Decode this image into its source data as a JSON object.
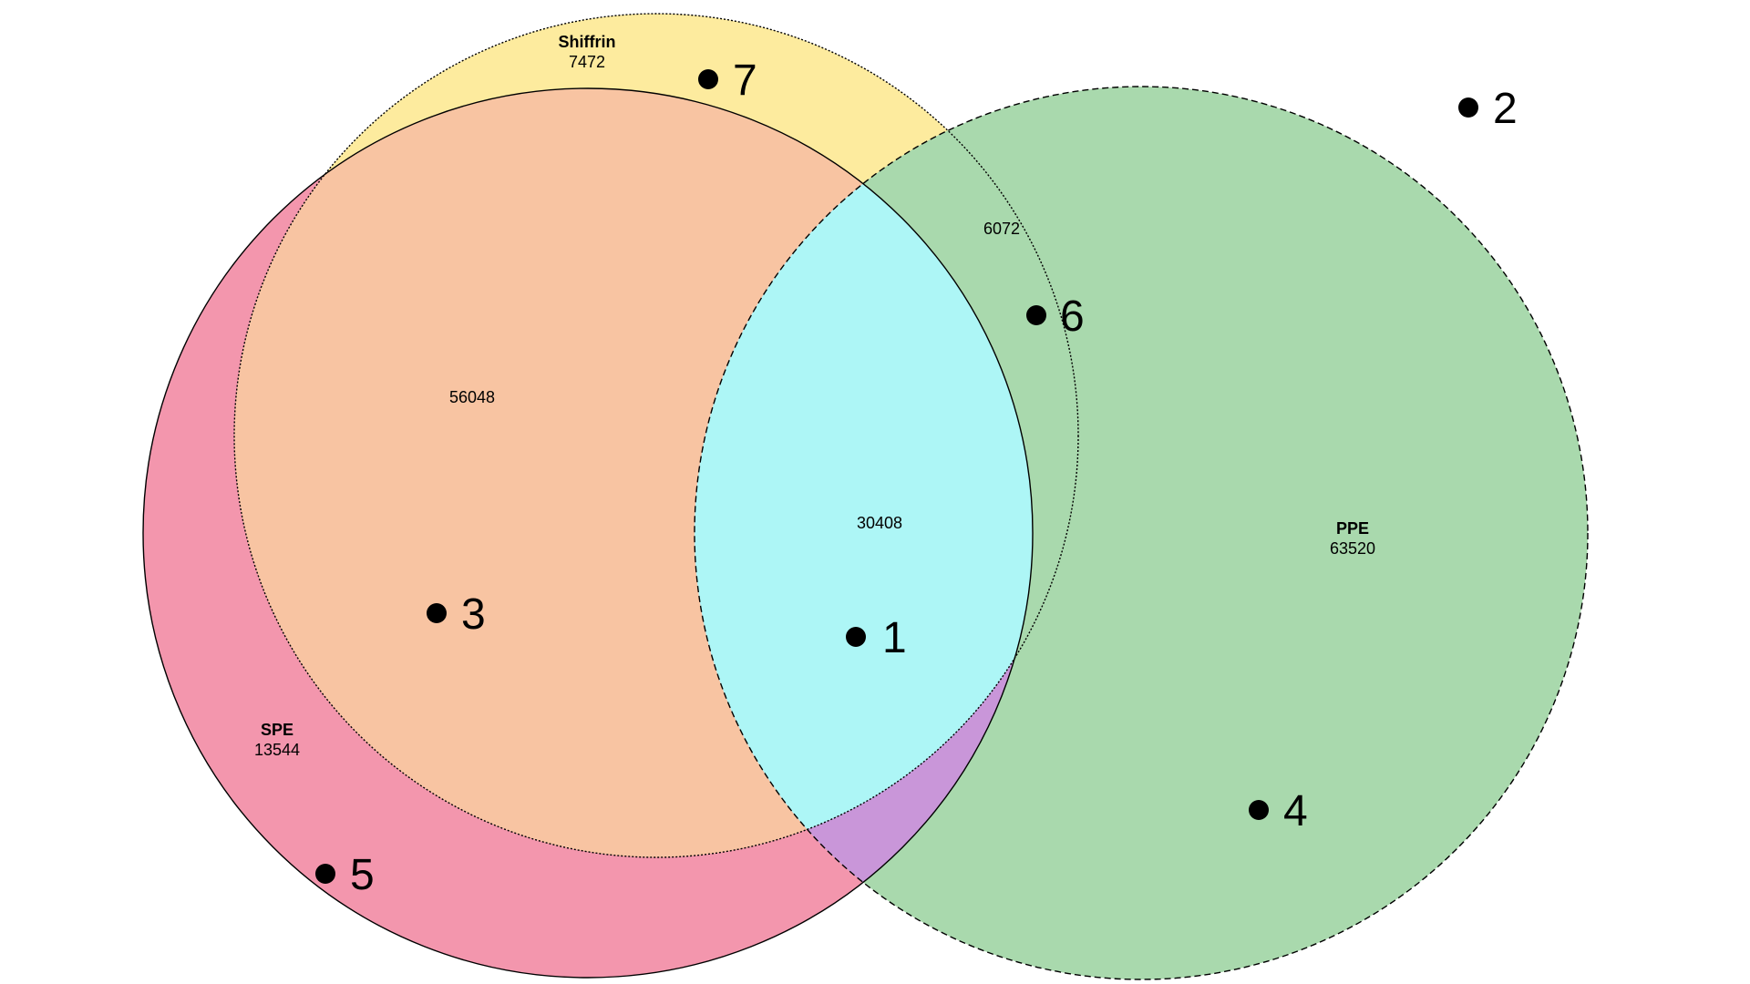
{
  "sets": {
    "shiffrin": {
      "name": "Shiffrin",
      "count": "7472",
      "color": "#fdeb9e"
    },
    "spe": {
      "name": "SPE",
      "count": "13544",
      "color": "#f396ad"
    },
    "ppe": {
      "name": "PPE",
      "count": "63520",
      "color": "#a9d9ad"
    }
  },
  "intersections": {
    "shiffrin_spe": {
      "count": "56048",
      "color": "#f8c4a2"
    },
    "spe_ppe": {
      "count": "6072",
      "color": "#c996d9"
    },
    "all": {
      "count": "30408",
      "color": "#adf6f6"
    }
  },
  "markers": [
    "1",
    "2",
    "3",
    "4",
    "5",
    "6",
    "7"
  ]
}
